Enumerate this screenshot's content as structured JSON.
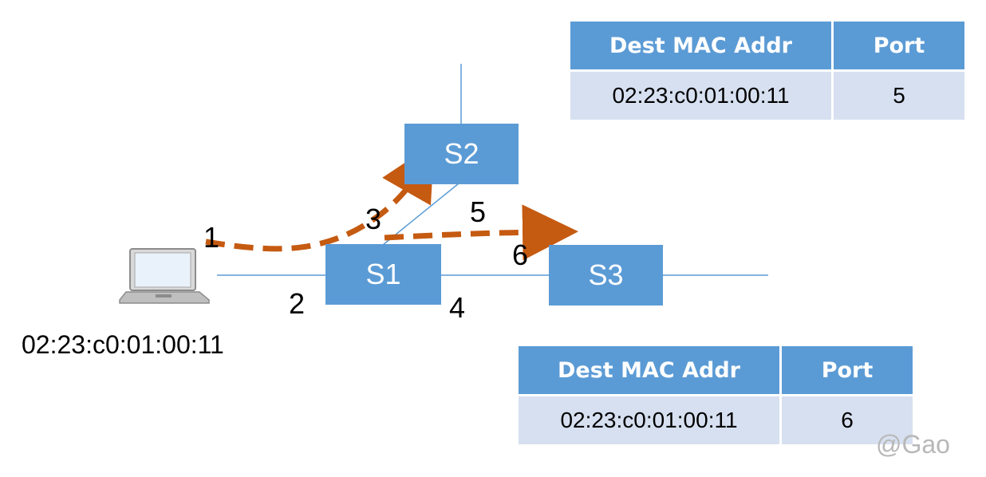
{
  "host": {
    "mac": "02:23:c0:01:00:11"
  },
  "switches": {
    "s1": "S1",
    "s2": "S2",
    "s3": "S3"
  },
  "ports": {
    "p1": "1",
    "p2": "2",
    "p3": "3",
    "p4": "4",
    "p5": "5",
    "p6": "6"
  },
  "tables": {
    "s2": {
      "header_mac": "Dest MAC Addr",
      "header_port": "Port",
      "mac": "02:23:c0:01:00:11",
      "port": "5"
    },
    "s3": {
      "header_mac": "Dest MAC Addr",
      "header_port": "Port",
      "mac": "02:23:c0:01:00:11",
      "port": "6"
    }
  },
  "watermark": "@Gao",
  "colors": {
    "switch": "#5b9bd5",
    "cell": "#d6e0f0",
    "link": "#5b9bd5",
    "flow_arrow": "#c55a11"
  }
}
